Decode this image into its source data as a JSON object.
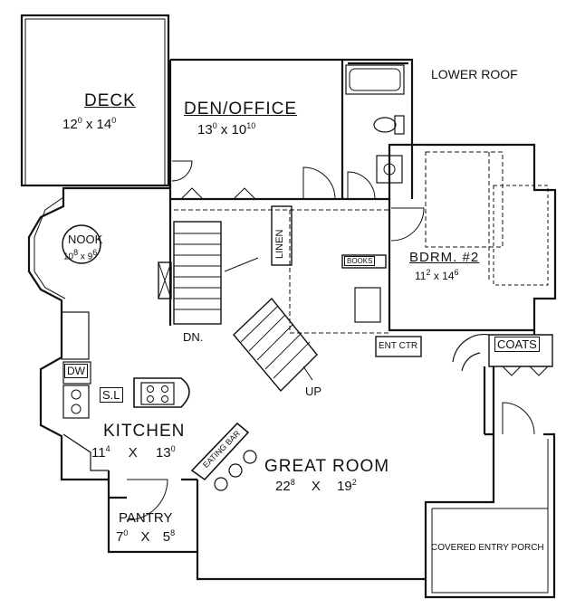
{
  "rooms": {
    "deck": {
      "name": "DECK",
      "dim_w": "12",
      "dim_w_sup": "0",
      "dim_h": "14",
      "dim_h_sup": "0"
    },
    "den": {
      "name": "DEN/OFFICE",
      "dim_w": "13",
      "dim_w_sup": "0",
      "dim_h": "10",
      "dim_h_sup": "10"
    },
    "nook": {
      "name": "NOOK",
      "dim_w": "10",
      "dim_w_sup": "8",
      "dim_h": "9",
      "dim_h_sup": "6"
    },
    "bdrm2": {
      "name": "BDRM. #2",
      "dim_w": "11",
      "dim_w_sup": "2",
      "dim_h": "14",
      "dim_h_sup": "6"
    },
    "kitchen": {
      "name": "KITCHEN",
      "dim_w": "11",
      "dim_w_sup": "4",
      "dim_h": "13",
      "dim_h_sup": "0"
    },
    "great": {
      "name": "GREAT ROOM",
      "dim_w": "22",
      "dim_w_sup": "8",
      "dim_h": "19",
      "dim_h_sup": "2"
    },
    "pantry": {
      "name": "PANTRY",
      "dim_w": "7",
      "dim_w_sup": "0",
      "dim_h": "5",
      "dim_h_sup": "8"
    }
  },
  "labels": {
    "lower_roof": "LOWER ROOF",
    "linen": "LINEN",
    "books": "BOOKS",
    "ent_ctr": "ENT CTR",
    "coats": "COATS",
    "dw": "DW",
    "sl": "S.L",
    "eating_bar": "EATING BAR",
    "dn": "DN.",
    "up": "UP",
    "covered_porch": "COVERED ENTRY PORCH",
    "x": "X",
    "x_lower": "x"
  }
}
